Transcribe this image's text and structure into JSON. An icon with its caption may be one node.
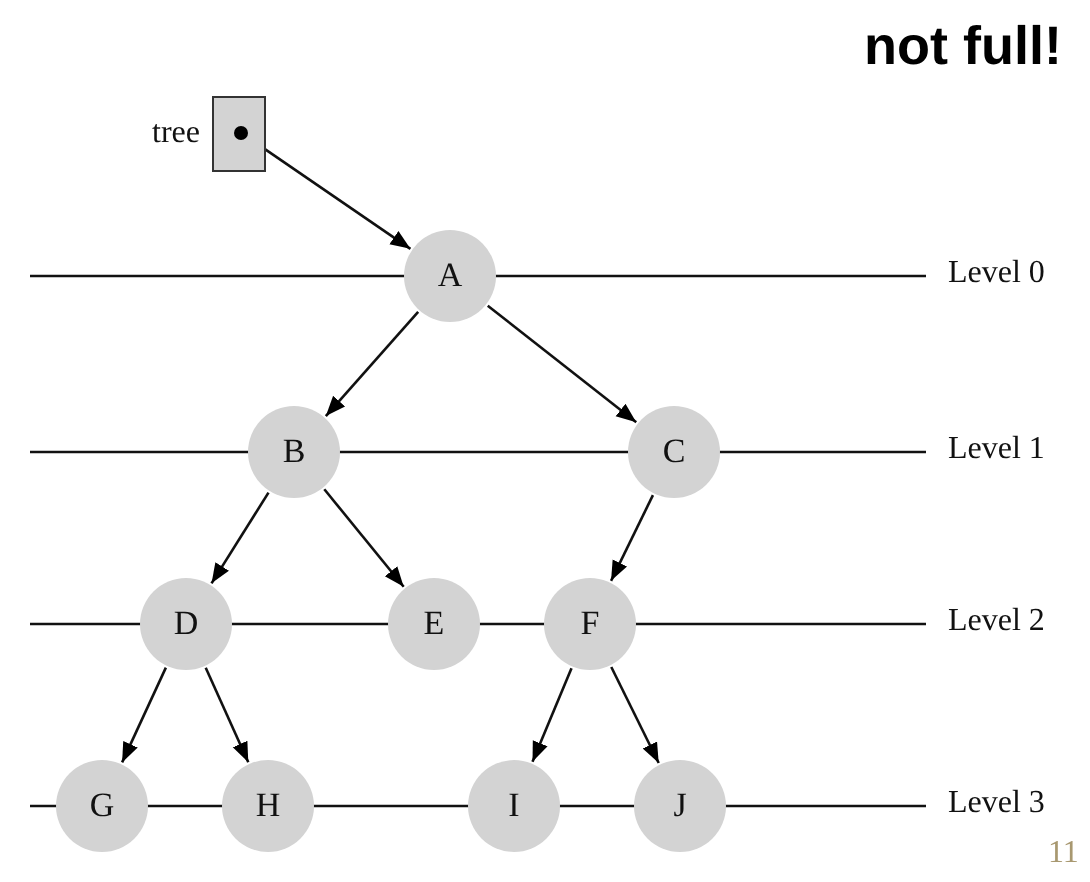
{
  "diagram": {
    "title": "not full!",
    "nodes": [
      {
        "text": [],
        "shape": "box",
        "beside": [
          "tree"
        ]
      },
      {
        "text": [
          "A"
        ]
      },
      {
        "text": [
          "B"
        ]
      },
      {
        "text": [
          "C"
        ]
      },
      {
        "text": [
          "D"
        ]
      },
      {
        "text": [
          "E"
        ]
      },
      {
        "text": [
          "F"
        ]
      },
      {
        "text": [
          "G"
        ]
      },
      {
        "text": [
          "H"
        ]
      },
      {
        "text": [
          "I"
        ]
      },
      {
        "text": [
          "J"
        ]
      }
    ],
    "edges": [
      {
        "from": 0,
        "to": 1,
        "arrow": "to"
      },
      {
        "from": 1,
        "to": 2,
        "arrow": "to"
      },
      {
        "from": 1,
        "to": 3,
        "arrow": "to"
      },
      {
        "from": 2,
        "to": 4,
        "arrow": "to"
      },
      {
        "from": 2,
        "to": 5,
        "arrow": "to"
      },
      {
        "from": 3,
        "to": 6,
        "arrow": "to"
      },
      {
        "from": 4,
        "to": 7,
        "arrow": "to"
      },
      {
        "from": 4,
        "to": 8,
        "arrow": "to"
      },
      {
        "from": 6,
        "to": 9,
        "arrow": "to"
      },
      {
        "from": 6,
        "to": 10,
        "arrow": "to"
      }
    ],
    "labels": [
      "Level 0",
      "Level 1",
      "Level 2",
      "Level 3",
      "11"
    ]
  }
}
